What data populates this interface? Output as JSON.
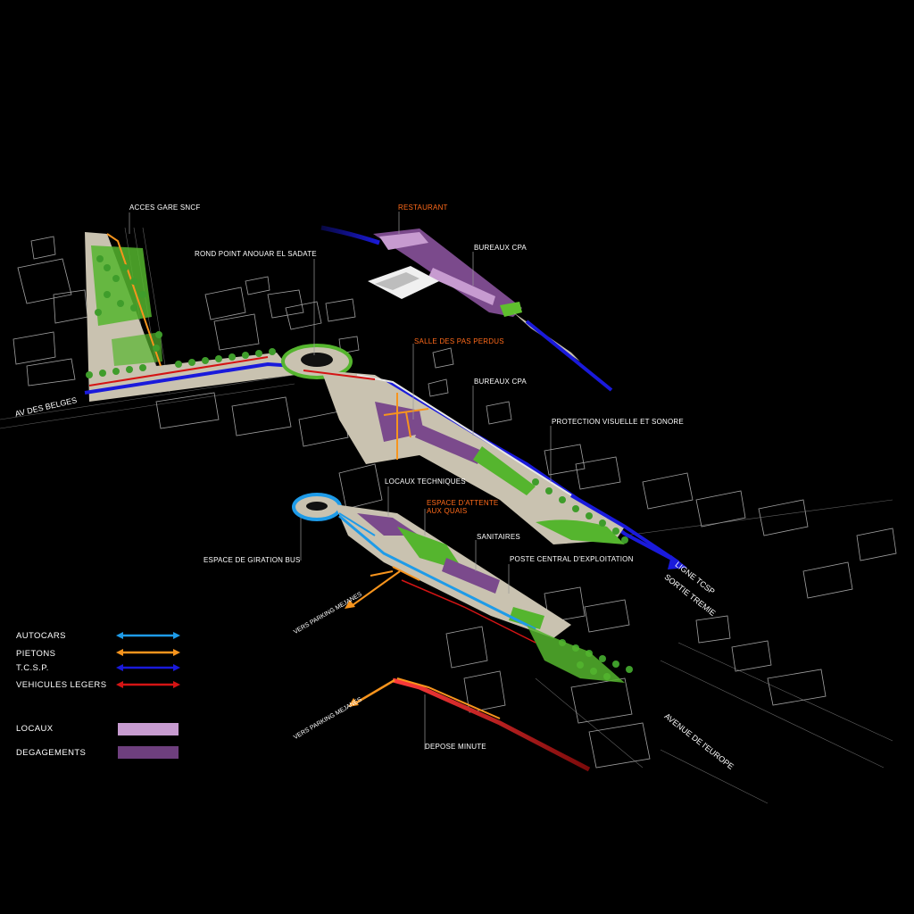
{
  "labels": {
    "acces_gare": "ACCES GARE SNCF",
    "rond_point": "ROND POINT ANOUAR EL SADATE",
    "restaurant": "RESTAURANT",
    "bureaux_cpa_top": "BUREAUX CPA",
    "salle_pas_perdus": "SALLE DES PAS PERDUS",
    "bureaux_cpa_mid": "BUREAUX CPA",
    "protection": "PROTECTION VISUELLE ET SONORE",
    "locaux_techniques": "LOCAUX TECHNIQUES",
    "espace_attente": "ESPACE D'ATTENTE AUX QUAIS",
    "sanitaires": "SANITAIRES",
    "poste_central": "POSTE CENTRAL D'EXPLOITATION",
    "espace_giration": "ESPACE DE GIRATION BUS",
    "depose_minute": "DEPOSE MINUTE"
  },
  "road_labels": {
    "av_belges": "AV DES BELGES",
    "ligne_tcsp": "LIGNE TCSP",
    "sortie_tremie": "SORTIE TREMIE",
    "vers_parking_1": "VERS PARKING MEJANES",
    "vers_parking_2": "VERS PARKING MEJANES",
    "avenue_europe": "AVENUE DE l'EUROPE"
  },
  "legend": {
    "flows": [
      {
        "label": "AUTOCARS",
        "color": "#1e9be8"
      },
      {
        "label": "PIETONS",
        "color": "#f7941d"
      },
      {
        "label": "T.C.S.P.",
        "color": "#1a1adb"
      },
      {
        "label": "VEHICULES LEGERS",
        "color": "#d41414"
      }
    ],
    "areas": [
      {
        "label": "LOCAUX",
        "color": "#c79bd0"
      },
      {
        "label": "DEGAGEMENTS",
        "color": "#6e3f7e"
      }
    ]
  },
  "colors": {
    "platform": "#c9c2b0",
    "green": "#55b52e",
    "tree": "#3f9d2b",
    "building_outline": "#d8d8d8",
    "leader": "#9a9a9a"
  }
}
